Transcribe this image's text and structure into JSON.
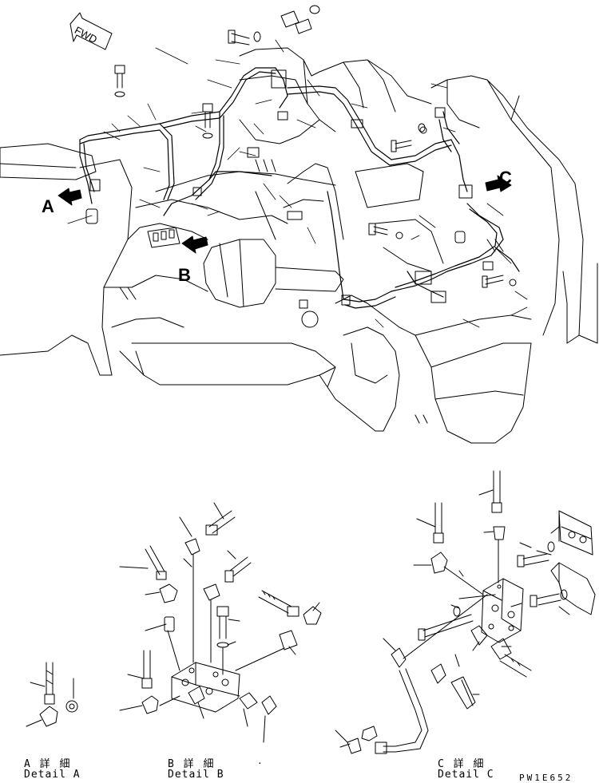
{
  "arrows": {
    "fwd": "FWD",
    "a": "A",
    "b": "B",
    "c": "C"
  },
  "details": [
    {
      "jp": "A 詳 細",
      "en": "Detail A"
    },
    {
      "jp": "B 詳 細",
      "en": "Detail B"
    },
    {
      "jp": "C 詳 細",
      "en": "Detail C"
    }
  ],
  "drawing_code": "PW1E652",
  "stray_mark": "·"
}
